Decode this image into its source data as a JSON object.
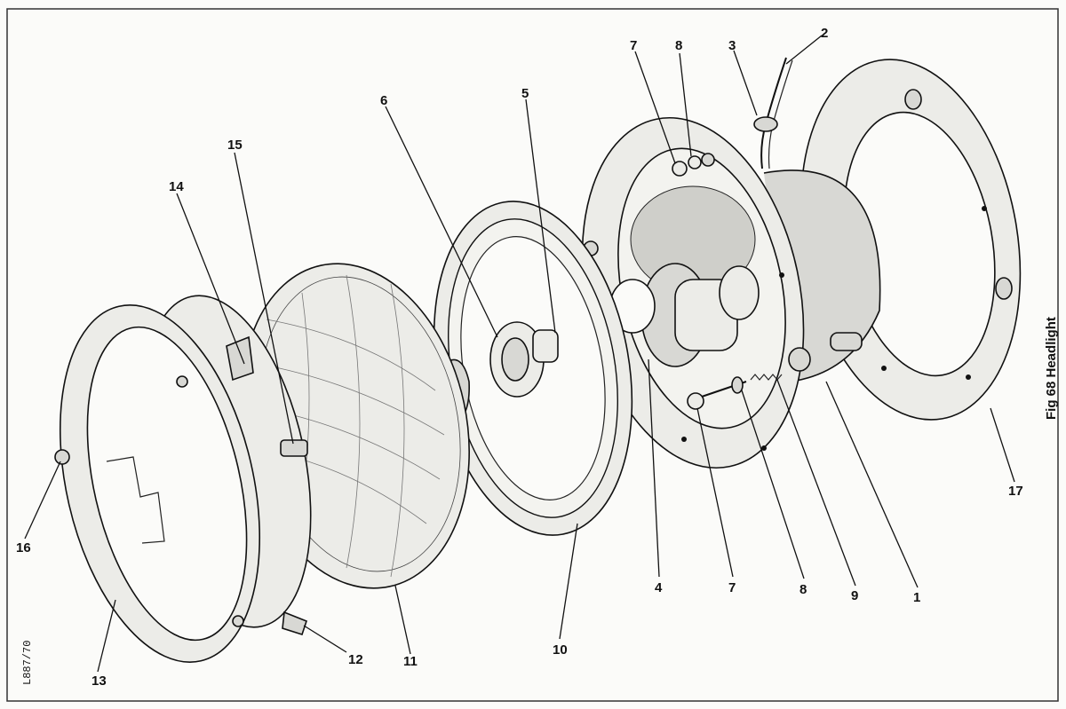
{
  "figure": {
    "title": "Fig 68 Headlight",
    "reference": "L887/70"
  },
  "callouts": [
    "1",
    "2",
    "3",
    "4",
    "5",
    "6",
    "7",
    "7",
    "8",
    "8",
    "9",
    "10",
    "11",
    "12",
    "13",
    "14",
    "15",
    "16",
    "17"
  ]
}
